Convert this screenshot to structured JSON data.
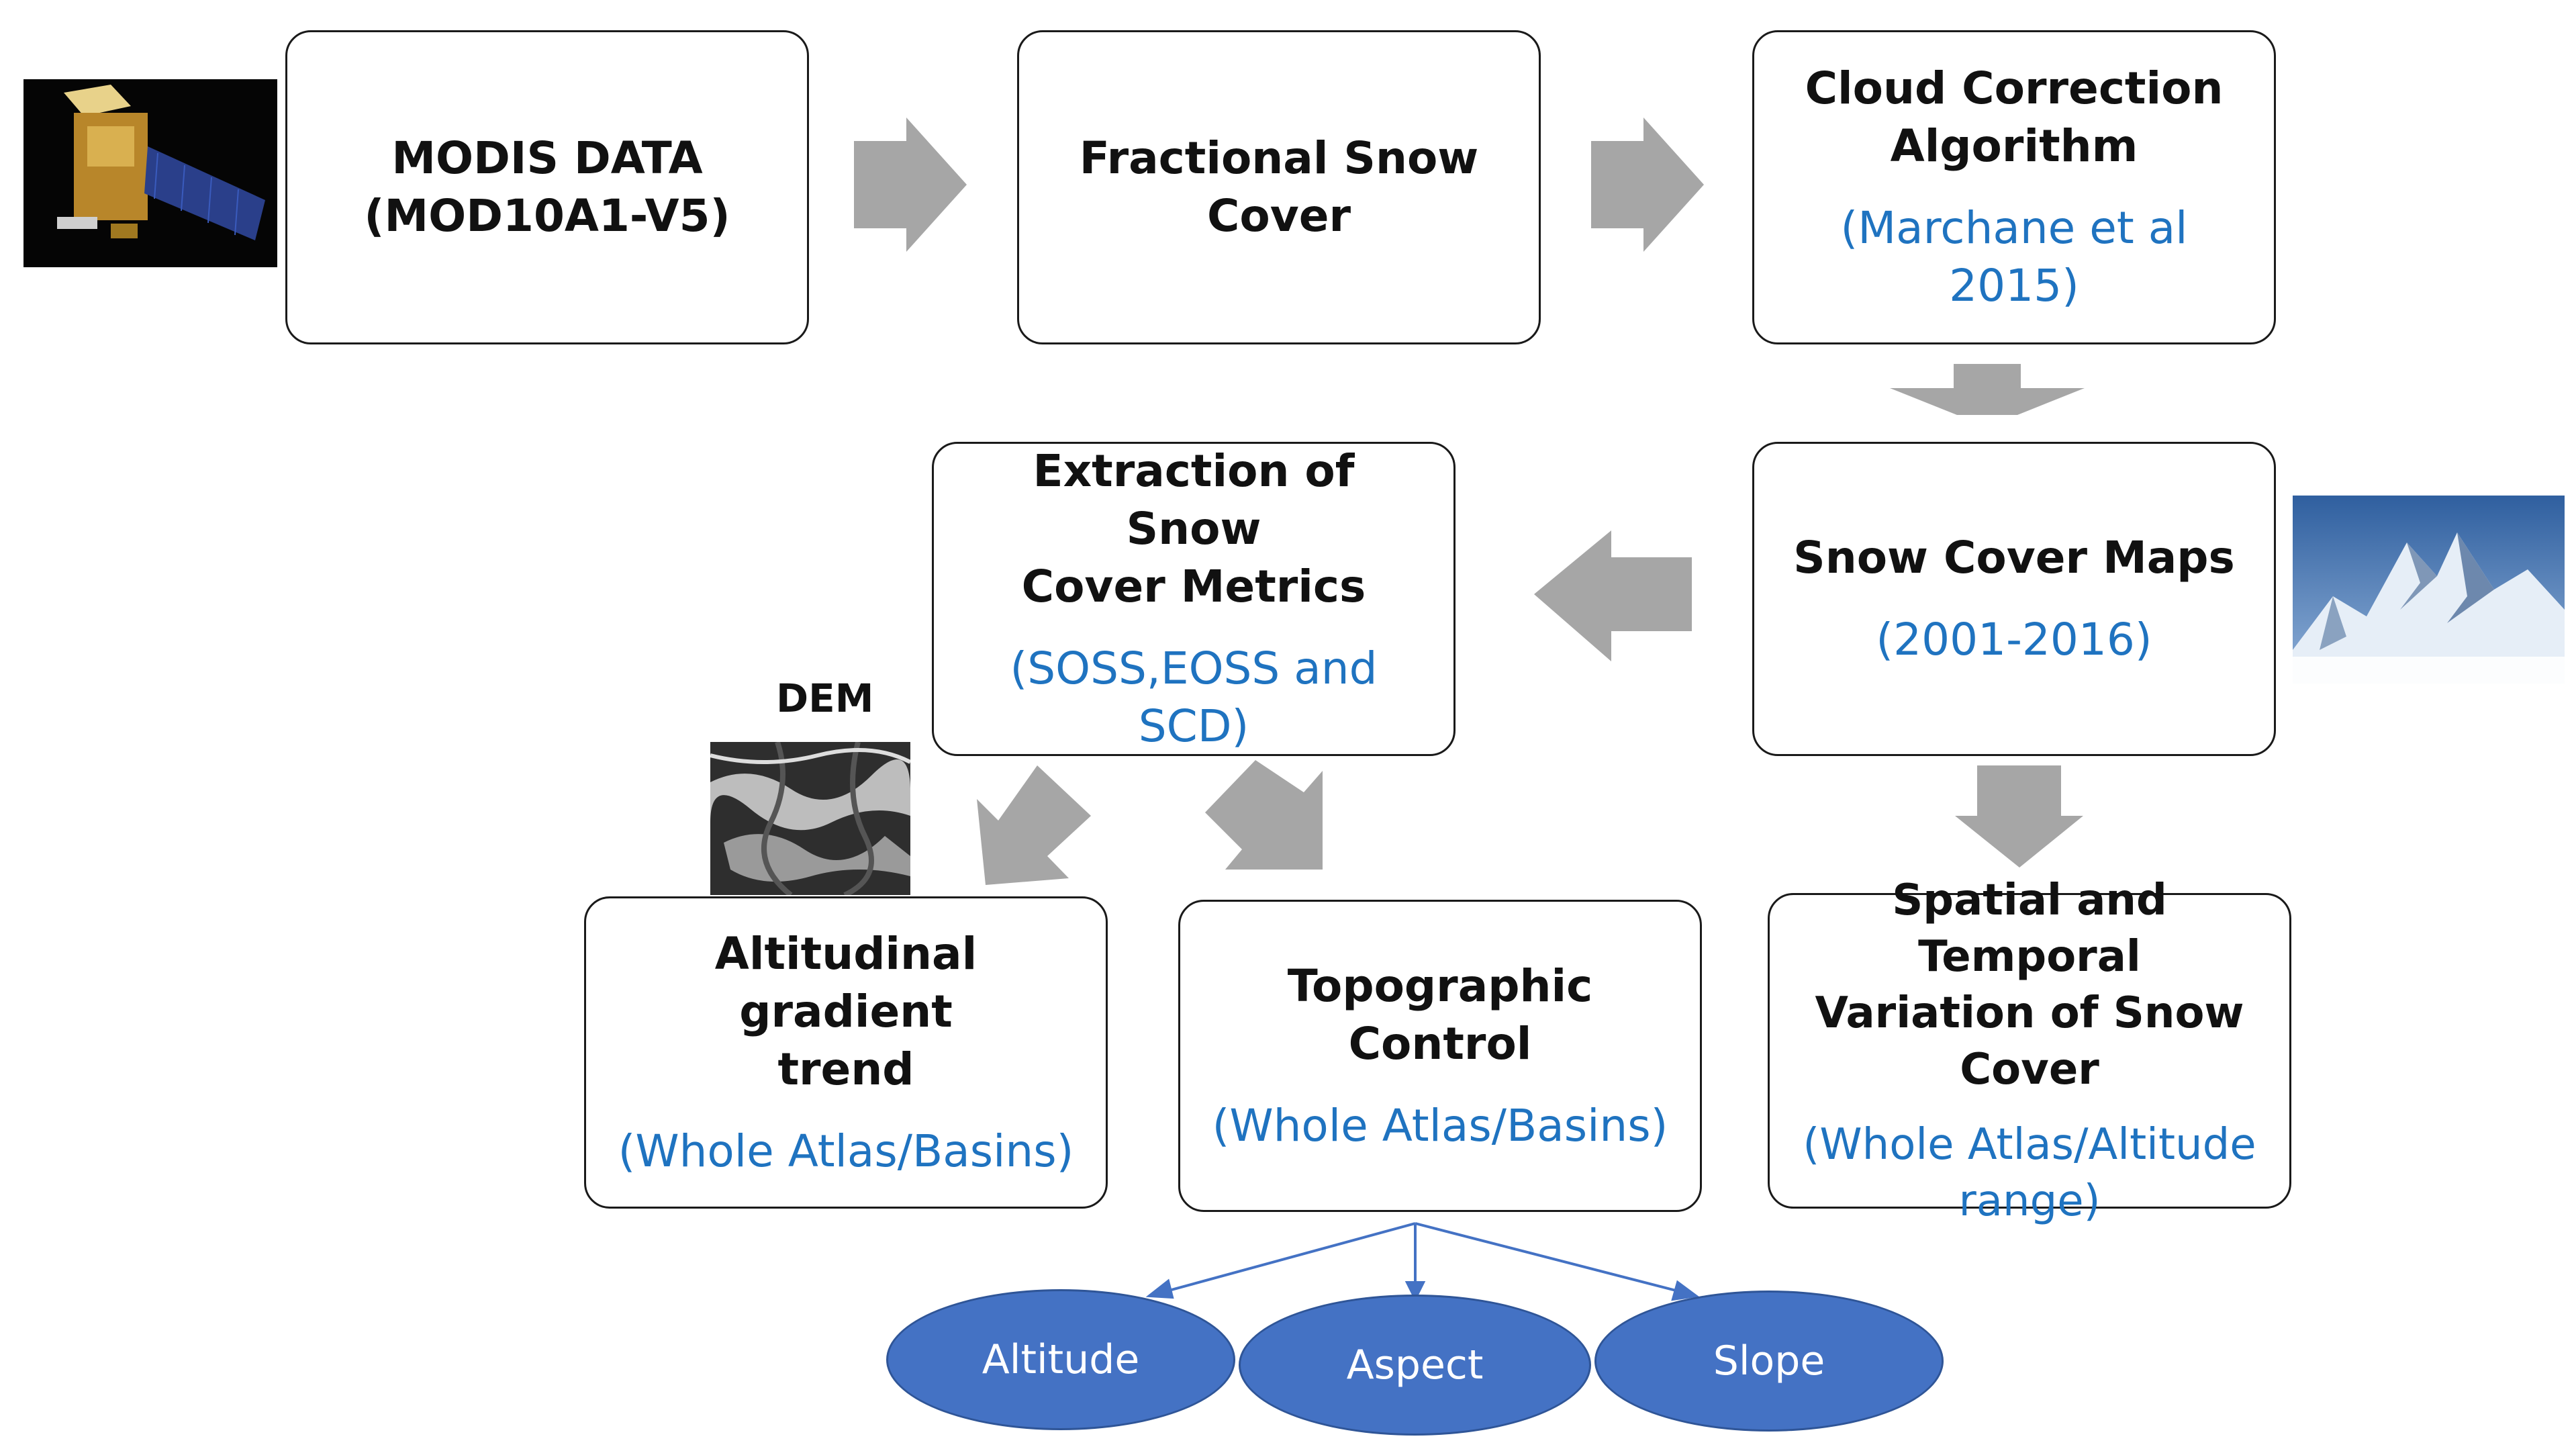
{
  "boxes": {
    "modis": {
      "title": "MODIS DATA\n(MOD10A1-V5)",
      "sub": ""
    },
    "fsc": {
      "title": "Fractional Snow\nCover",
      "sub": ""
    },
    "cloud": {
      "title": "Cloud Correction\nAlgorithm",
      "sub": "(Marchane et al\n2015)"
    },
    "maps": {
      "title": "Snow Cover Maps",
      "sub": "(2001-2016)"
    },
    "metrics": {
      "title": "Extraction of Snow\nCover Metrics",
      "sub": "(SOSS,EOSS and SCD)"
    },
    "altgrad": {
      "title": "Altitudinal gradient\ntrend",
      "sub": "(Whole Atlas/Basins)"
    },
    "topo": {
      "title": "Topographic Control",
      "sub": "(Whole Atlas/Basins)"
    },
    "spatial": {
      "title": "Spatial and Temporal\nVariation of Snow\nCover",
      "sub": "(Whole Atlas/Altitude\nrange)"
    }
  },
  "ellipses": {
    "altitude": "Altitude",
    "aspect": "Aspect",
    "slope": "Slope"
  },
  "dem_label": "DEM",
  "colors": {
    "title_text": "#111111",
    "subtitle_text": "#1f73c0",
    "arrow": "#a6a6a6",
    "ellipse_fill": "#4472c4",
    "connector": "#4472c4"
  },
  "icons": {
    "satellite": "satellite-image",
    "mountain": "snowy-mountain-image",
    "dem": "dem-image"
  }
}
